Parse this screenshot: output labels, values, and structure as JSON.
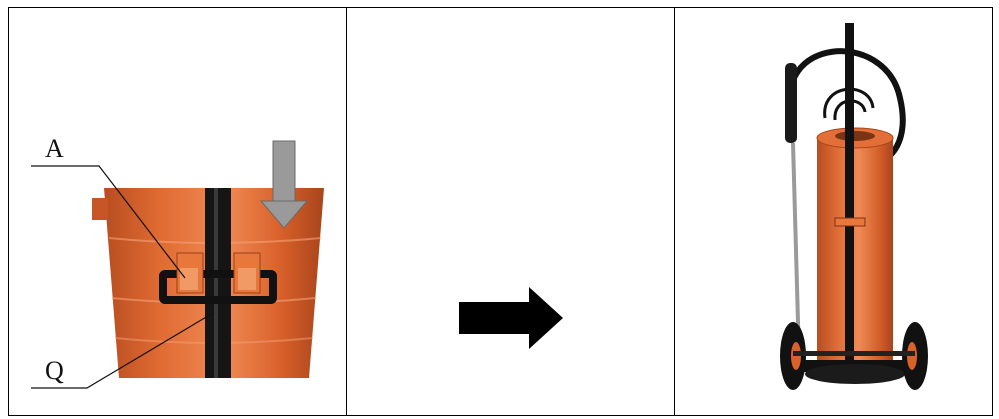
{
  "figure": {
    "panels": [
      {
        "id": "closeup",
        "labels": {
          "a": "A",
          "q": "Q"
        }
      },
      {
        "id": "arrow"
      },
      {
        "id": "assembled"
      }
    ],
    "colors": {
      "tank_orange": "#d9612a",
      "tank_shadow": "#a8441c",
      "tank_highlight": "#f08a55",
      "frame_black": "#111111",
      "arrow_gray": "#9a9a9a",
      "arrow_black": "#000000"
    },
    "icons": [
      "down-arrow-icon",
      "right-arrow-icon"
    ]
  }
}
